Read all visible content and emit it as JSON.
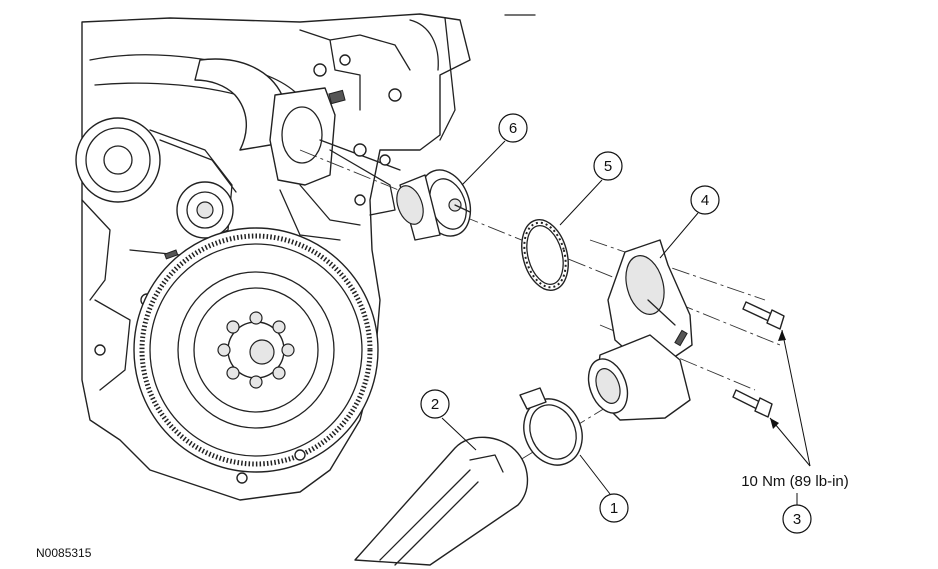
{
  "figure": {
    "id": "N0085315",
    "torque_spec": "10 Nm (89 lb-in)",
    "callouts": [
      {
        "number": "1",
        "part": "hose-clamp"
      },
      {
        "number": "2",
        "part": "radiator-hose"
      },
      {
        "number": "3",
        "part": "bolts"
      },
      {
        "number": "4",
        "part": "thermostat-housing"
      },
      {
        "number": "5",
        "part": "o-ring-seal"
      },
      {
        "number": "6",
        "part": "thermostat"
      }
    ]
  }
}
